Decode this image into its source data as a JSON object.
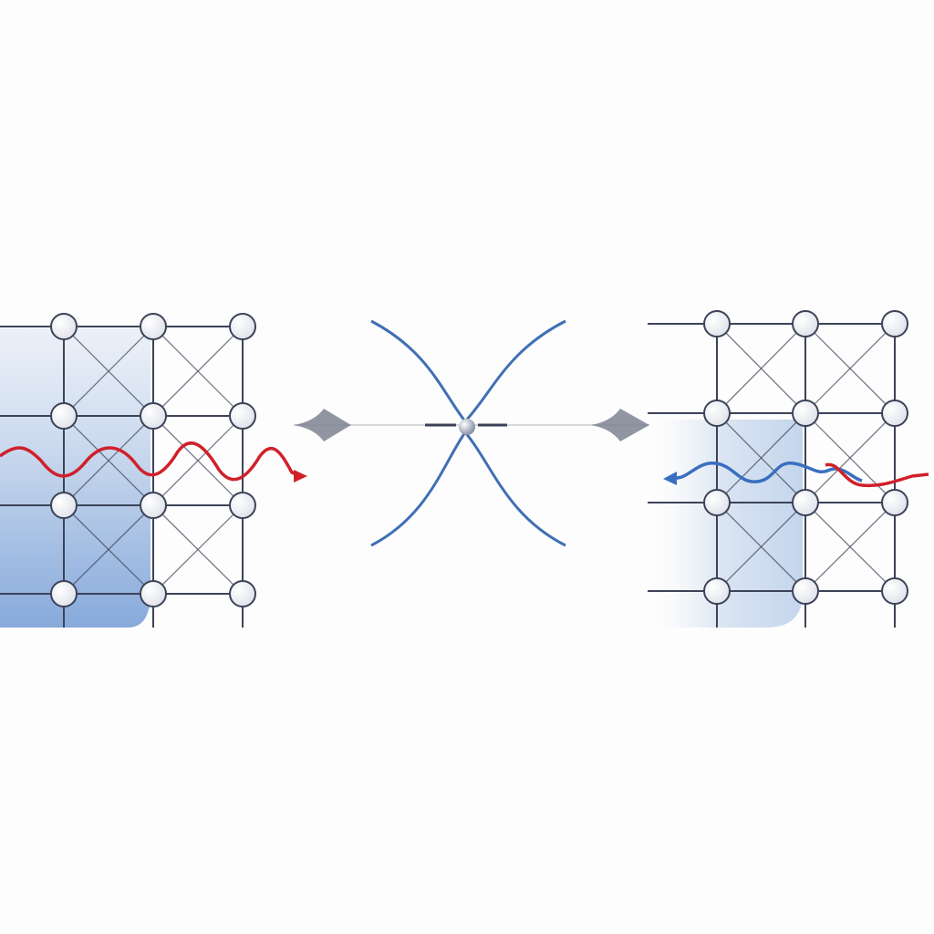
{
  "colors": {
    "background": "#fdfdfd",
    "lattice_line": "#3c4358",
    "node_fill": "#f4f5f8",
    "shade_blue": "#8fb0dc",
    "wave_red": "#d0202a",
    "wave_blue": "#3a6fbf",
    "dispersion_blue": "#3f6fb5",
    "axis_gray": "#c9ccd2",
    "marker_gray": "#7d8290"
  },
  "icons": [
    "lattice-left",
    "lattice-right",
    "dispersion-crossing",
    "arrow-marker-left",
    "arrow-marker-right",
    "crossing-point-sphere"
  ]
}
